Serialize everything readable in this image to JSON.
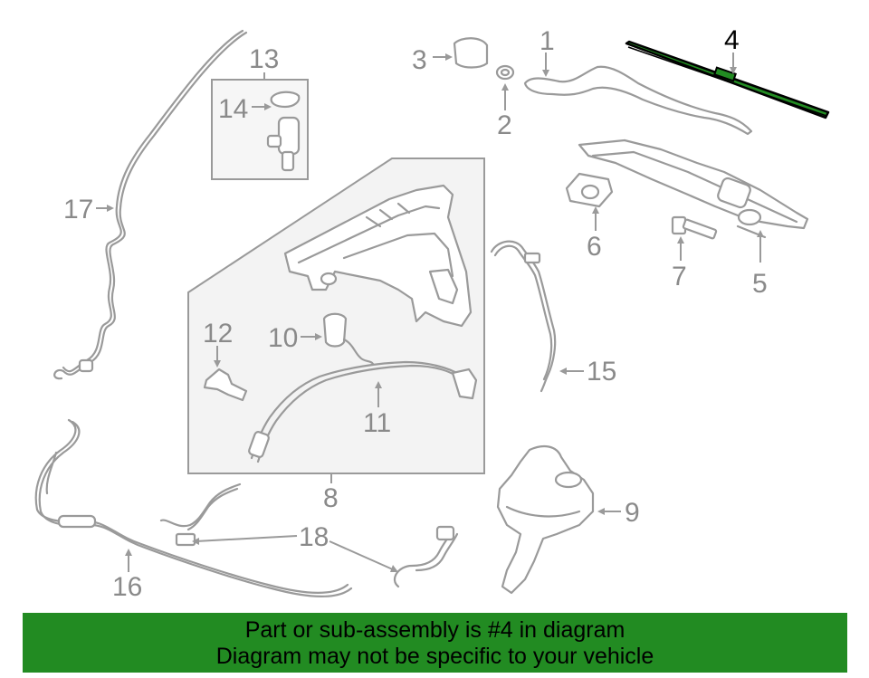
{
  "diagram": {
    "highlight_part": "4",
    "colors": {
      "line": "#9a9a9a",
      "highlight": "#000000",
      "banner_bg": "#228b22",
      "highlight_fill": "#228b22"
    },
    "callouts": [
      {
        "id": "c1",
        "label": "1"
      },
      {
        "id": "c2",
        "label": "2"
      },
      {
        "id": "c3",
        "label": "3"
      },
      {
        "id": "c4",
        "label": "4"
      },
      {
        "id": "c5",
        "label": "5"
      },
      {
        "id": "c6",
        "label": "6"
      },
      {
        "id": "c7",
        "label": "7"
      },
      {
        "id": "c8",
        "label": "8"
      },
      {
        "id": "c9",
        "label": "9"
      },
      {
        "id": "c10",
        "label": "10"
      },
      {
        "id": "c11",
        "label": "11"
      },
      {
        "id": "c12",
        "label": "12"
      },
      {
        "id": "c13",
        "label": "13"
      },
      {
        "id": "c14",
        "label": "14"
      },
      {
        "id": "c15",
        "label": "15"
      },
      {
        "id": "c16",
        "label": "16"
      },
      {
        "id": "c17",
        "label": "17"
      },
      {
        "id": "c18",
        "label": "18"
      }
    ]
  },
  "banner": {
    "line1": "Part or sub-assembly is #4 in diagram",
    "line2": "Diagram may not be specific to your vehicle"
  }
}
